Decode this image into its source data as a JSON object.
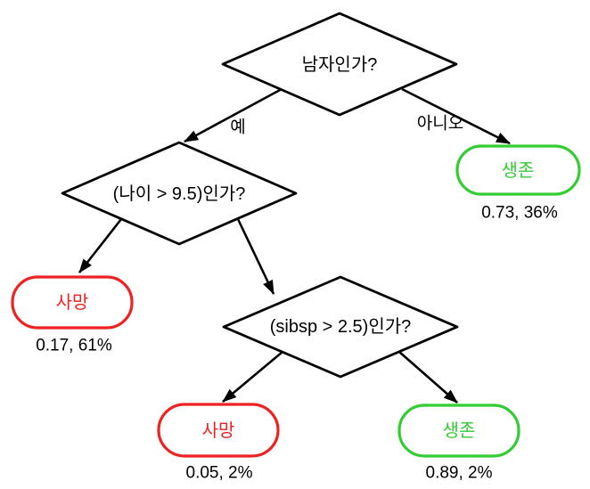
{
  "colors": {
    "survive_green": "#33cc33",
    "die_red": "#ee2222",
    "line_black": "#000000",
    "background": "#ffffff"
  },
  "tree": {
    "nodes": {
      "q_male": {
        "label": "남자인가?",
        "type": "decision"
      },
      "q_age": {
        "label": "(나이 > 9.5)인가?",
        "type": "decision"
      },
      "q_sibsp": {
        "label": "(sibsp > 2.5)인가?",
        "type": "decision"
      },
      "leaf_survive_top": {
        "label": "생존",
        "stats": "0.73, 36%",
        "outcome": "survive"
      },
      "leaf_die_left": {
        "label": "사망",
        "stats": "0.17, 61%",
        "outcome": "die"
      },
      "leaf_die_bottom": {
        "label": "사망",
        "stats": "0.05, 2%",
        "outcome": "die"
      },
      "leaf_survive_bottom": {
        "label": "생존",
        "stats": "0.89, 2%",
        "outcome": "survive"
      }
    },
    "edges": [
      {
        "from": "q_male",
        "to": "q_age",
        "label": "예"
      },
      {
        "from": "q_male",
        "to": "leaf_survive_top",
        "label": "아니오"
      },
      {
        "from": "q_age",
        "to": "leaf_die_left",
        "label": ""
      },
      {
        "from": "q_age",
        "to": "q_sibsp",
        "label": ""
      },
      {
        "from": "q_sibsp",
        "to": "leaf_die_bottom",
        "label": ""
      },
      {
        "from": "q_sibsp",
        "to": "leaf_survive_bottom",
        "label": ""
      }
    ]
  }
}
